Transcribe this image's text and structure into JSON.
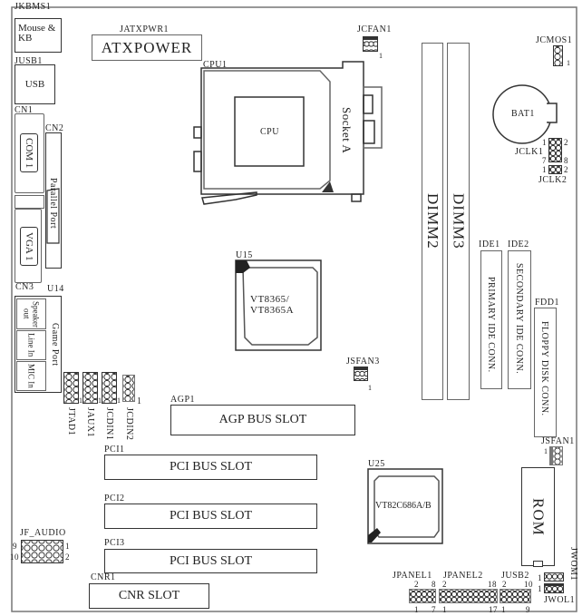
{
  "board": {
    "JKBMS1": {
      "ref": "JKBMS1",
      "text": "Mouse &\nKB"
    },
    "JATXPWR1": {
      "ref": "JATXPWR1",
      "text": "ATXPOWER"
    },
    "JUSB1": {
      "ref": "JUSB1",
      "text": "USB"
    },
    "CN1": {
      "ref": "CN1",
      "text": "COM 1"
    },
    "CN2": {
      "ref": "CN2",
      "text": "Parallel Port"
    },
    "VGA": {
      "text": "VGA 1"
    },
    "CN3": {
      "ref": "CN3",
      "speaker": "Speaker out",
      "line": "Line In",
      "mic": "MIC In"
    },
    "U14": {
      "ref": "U14",
      "text": "Game Port"
    },
    "jumpers_left": [
      {
        "ref": "JTAD1",
        "pin": "1"
      },
      {
        "ref": "JAUX1",
        "pin": "1"
      },
      {
        "ref": "JCDIN1",
        "pin": "1"
      },
      {
        "ref": "JCDIN2",
        "pin": "1"
      }
    ],
    "CPU1": {
      "ref": "CPU1",
      "text": "CPU",
      "socket": "Socket A"
    },
    "JCFAN1": {
      "ref": "JCFAN1",
      "pin": "1"
    },
    "DIMM2": {
      "text": "DIMM2"
    },
    "DIMM3": {
      "text": "DIMM3"
    },
    "JCMOS1": {
      "ref": "JCMOS1",
      "pin": "1"
    },
    "BAT1": {
      "text": "BAT1"
    },
    "JCLK1": {
      "ref": "JCLK1",
      "p1": "1",
      "p2": "2",
      "p7": "7",
      "p8": "8"
    },
    "JCLK2": {
      "ref": "JCLK2",
      "p1": "1",
      "p2": "2"
    },
    "U15": {
      "ref": "U15",
      "text1": "VT8365/",
      "text2": "VT8365A"
    },
    "IDE1": {
      "ref": "IDE1",
      "text": "PRIMARY IDE CONN."
    },
    "IDE2": {
      "ref": "IDE2",
      "text": "SECONDARY IDE CONN."
    },
    "FDD1": {
      "ref": "FDD1",
      "text": "FLOPPY DISK CONN."
    },
    "JSFAN3": {
      "ref": "JSFAN3",
      "pin": "1"
    },
    "AGP1": {
      "ref": "AGP1",
      "text": "AGP BUS SLOT"
    },
    "PCI": [
      {
        "ref": "PCI1",
        "text": "PCI BUS SLOT"
      },
      {
        "ref": "PCI2",
        "text": "PCI BUS SLOT"
      },
      {
        "ref": "PCI3",
        "text": "PCI BUS SLOT"
      }
    ],
    "U25": {
      "ref": "U25",
      "text": "VT82C686A/B"
    },
    "JSFAN1": {
      "ref": "JSFAN1",
      "pin": "1"
    },
    "ROM": {
      "text": "ROM"
    },
    "JF_AUDIO": {
      "ref": "JF_AUDIO",
      "p9": "9",
      "p10": "10",
      "p1": "1",
      "p2": "2"
    },
    "CNR1": {
      "ref": "CNR1",
      "text": "CNR SLOT"
    },
    "JPANEL1": {
      "ref": "JPANEL1",
      "top_l": "2",
      "top_r": "8",
      "bot_l": "1",
      "bot_r": "7"
    },
    "JPANEL2": {
      "ref": "JPANEL2",
      "top_l": "2",
      "top_r": "18",
      "bot_l": "1",
      "bot_r": "17"
    },
    "JUSB2": {
      "ref": "JUSB2",
      "top_l": "2",
      "top_r": "10",
      "bot_l": "1",
      "bot_r": "9"
    },
    "JWOM1": {
      "ref": "JWOM1",
      "pin": "1"
    },
    "JWOL1": {
      "ref": "JWOL1",
      "pin": "1"
    }
  }
}
